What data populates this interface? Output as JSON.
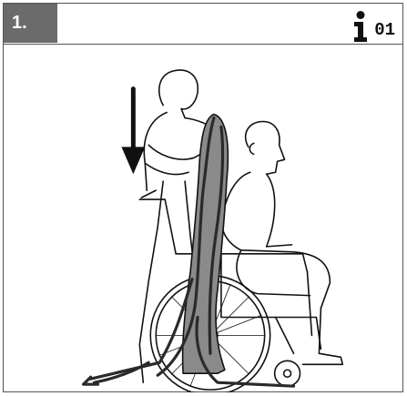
{
  "header": {
    "step_label": "1.",
    "info_number": "01",
    "info_icon": "info-icon"
  },
  "illustration": {
    "icons": [
      "down-arrow-icon",
      "caregiver-figure",
      "seated-person-figure",
      "wheelchair",
      "lifting-sling"
    ],
    "colors": {
      "header_badge": "#6b6b6b",
      "sling": "#8a8a8a",
      "sling_straps": "#2a2a2a",
      "line": "#111111"
    }
  }
}
